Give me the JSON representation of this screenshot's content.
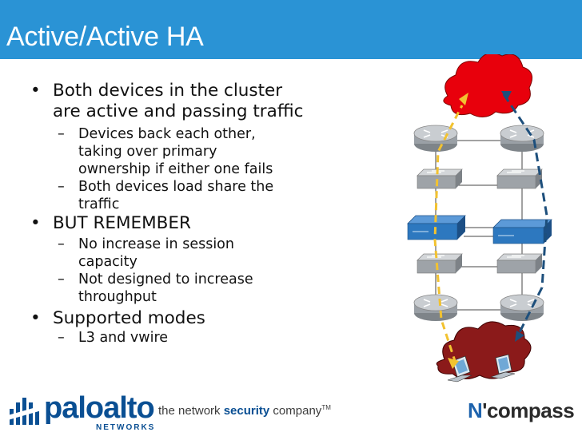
{
  "slide": {
    "title": "Active/Active HA"
  },
  "bullets": [
    {
      "level": 1,
      "lines": [
        "Both devices in the cluster",
        "are active and passing traffic"
      ]
    },
    {
      "level": 2,
      "lines": [
        "Devices back each other,",
        "taking over primary",
        "ownership if either one fails"
      ]
    },
    {
      "level": 2,
      "lines": [
        "Both devices load share the",
        "traffic"
      ]
    },
    {
      "level": 1,
      "lines": [
        "BUT REMEMBER"
      ]
    },
    {
      "level": 2,
      "lines": [
        "No increase in session",
        "capacity"
      ]
    },
    {
      "level": 2,
      "lines": [
        "Not designed to increase",
        "throughput"
      ]
    },
    {
      "level": 1,
      "lines": [
        "Supported modes"
      ]
    },
    {
      "level": 2,
      "lines": [
        "L3 and vwire"
      ]
    }
  ],
  "bullet_marks": {
    "level1": "•",
    "level2": "–"
  },
  "diagram": {
    "internet_cloud_color": "#e8000c",
    "lan_cloud_color": "#8b1a1a",
    "path_left_color": "#f2c230",
    "path_right_color": "#1d4f7c",
    "firewall_color": "#2d78bf",
    "device_gray": "#9aa0a6"
  },
  "footer": {
    "paloalto_brand": "paloalto",
    "paloalto_sub": "NETWORKS",
    "tagline_pre": "the network ",
    "tagline_highlight": "security",
    "tagline_post": " company",
    "tagline_tm": "TM",
    "ncompass_n": "N",
    "ncompass_rest": "'compass",
    "brand_blue": "#0a4f93"
  }
}
